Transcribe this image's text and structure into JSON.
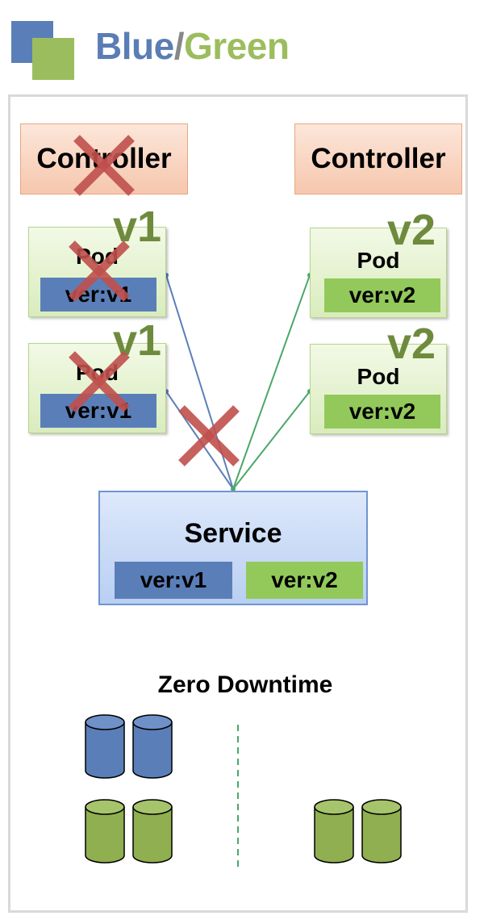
{
  "header": {
    "title_blue": "Blue",
    "title_slash": "/",
    "title_green": "Green"
  },
  "blue_side": {
    "controller_label": "Controller",
    "pods": [
      {
        "label": "Pod",
        "tag": "ver:v1",
        "version_badge": "v1"
      },
      {
        "label": "Pod",
        "tag": "ver:v1",
        "version_badge": "v1"
      }
    ]
  },
  "green_side": {
    "controller_label": "Controller",
    "pods": [
      {
        "label": "Pod",
        "tag": "ver:v2",
        "version_badge": "v2"
      },
      {
        "label": "Pod",
        "tag": "ver:v2",
        "version_badge": "v2"
      }
    ]
  },
  "service": {
    "label": "Service",
    "selectors": [
      "ver:v1",
      "ver:v2"
    ]
  },
  "caption": "Zero Downtime",
  "colors": {
    "blue": "#5a7fb8",
    "green": "#92c95a",
    "cross": "#c0504d"
  }
}
